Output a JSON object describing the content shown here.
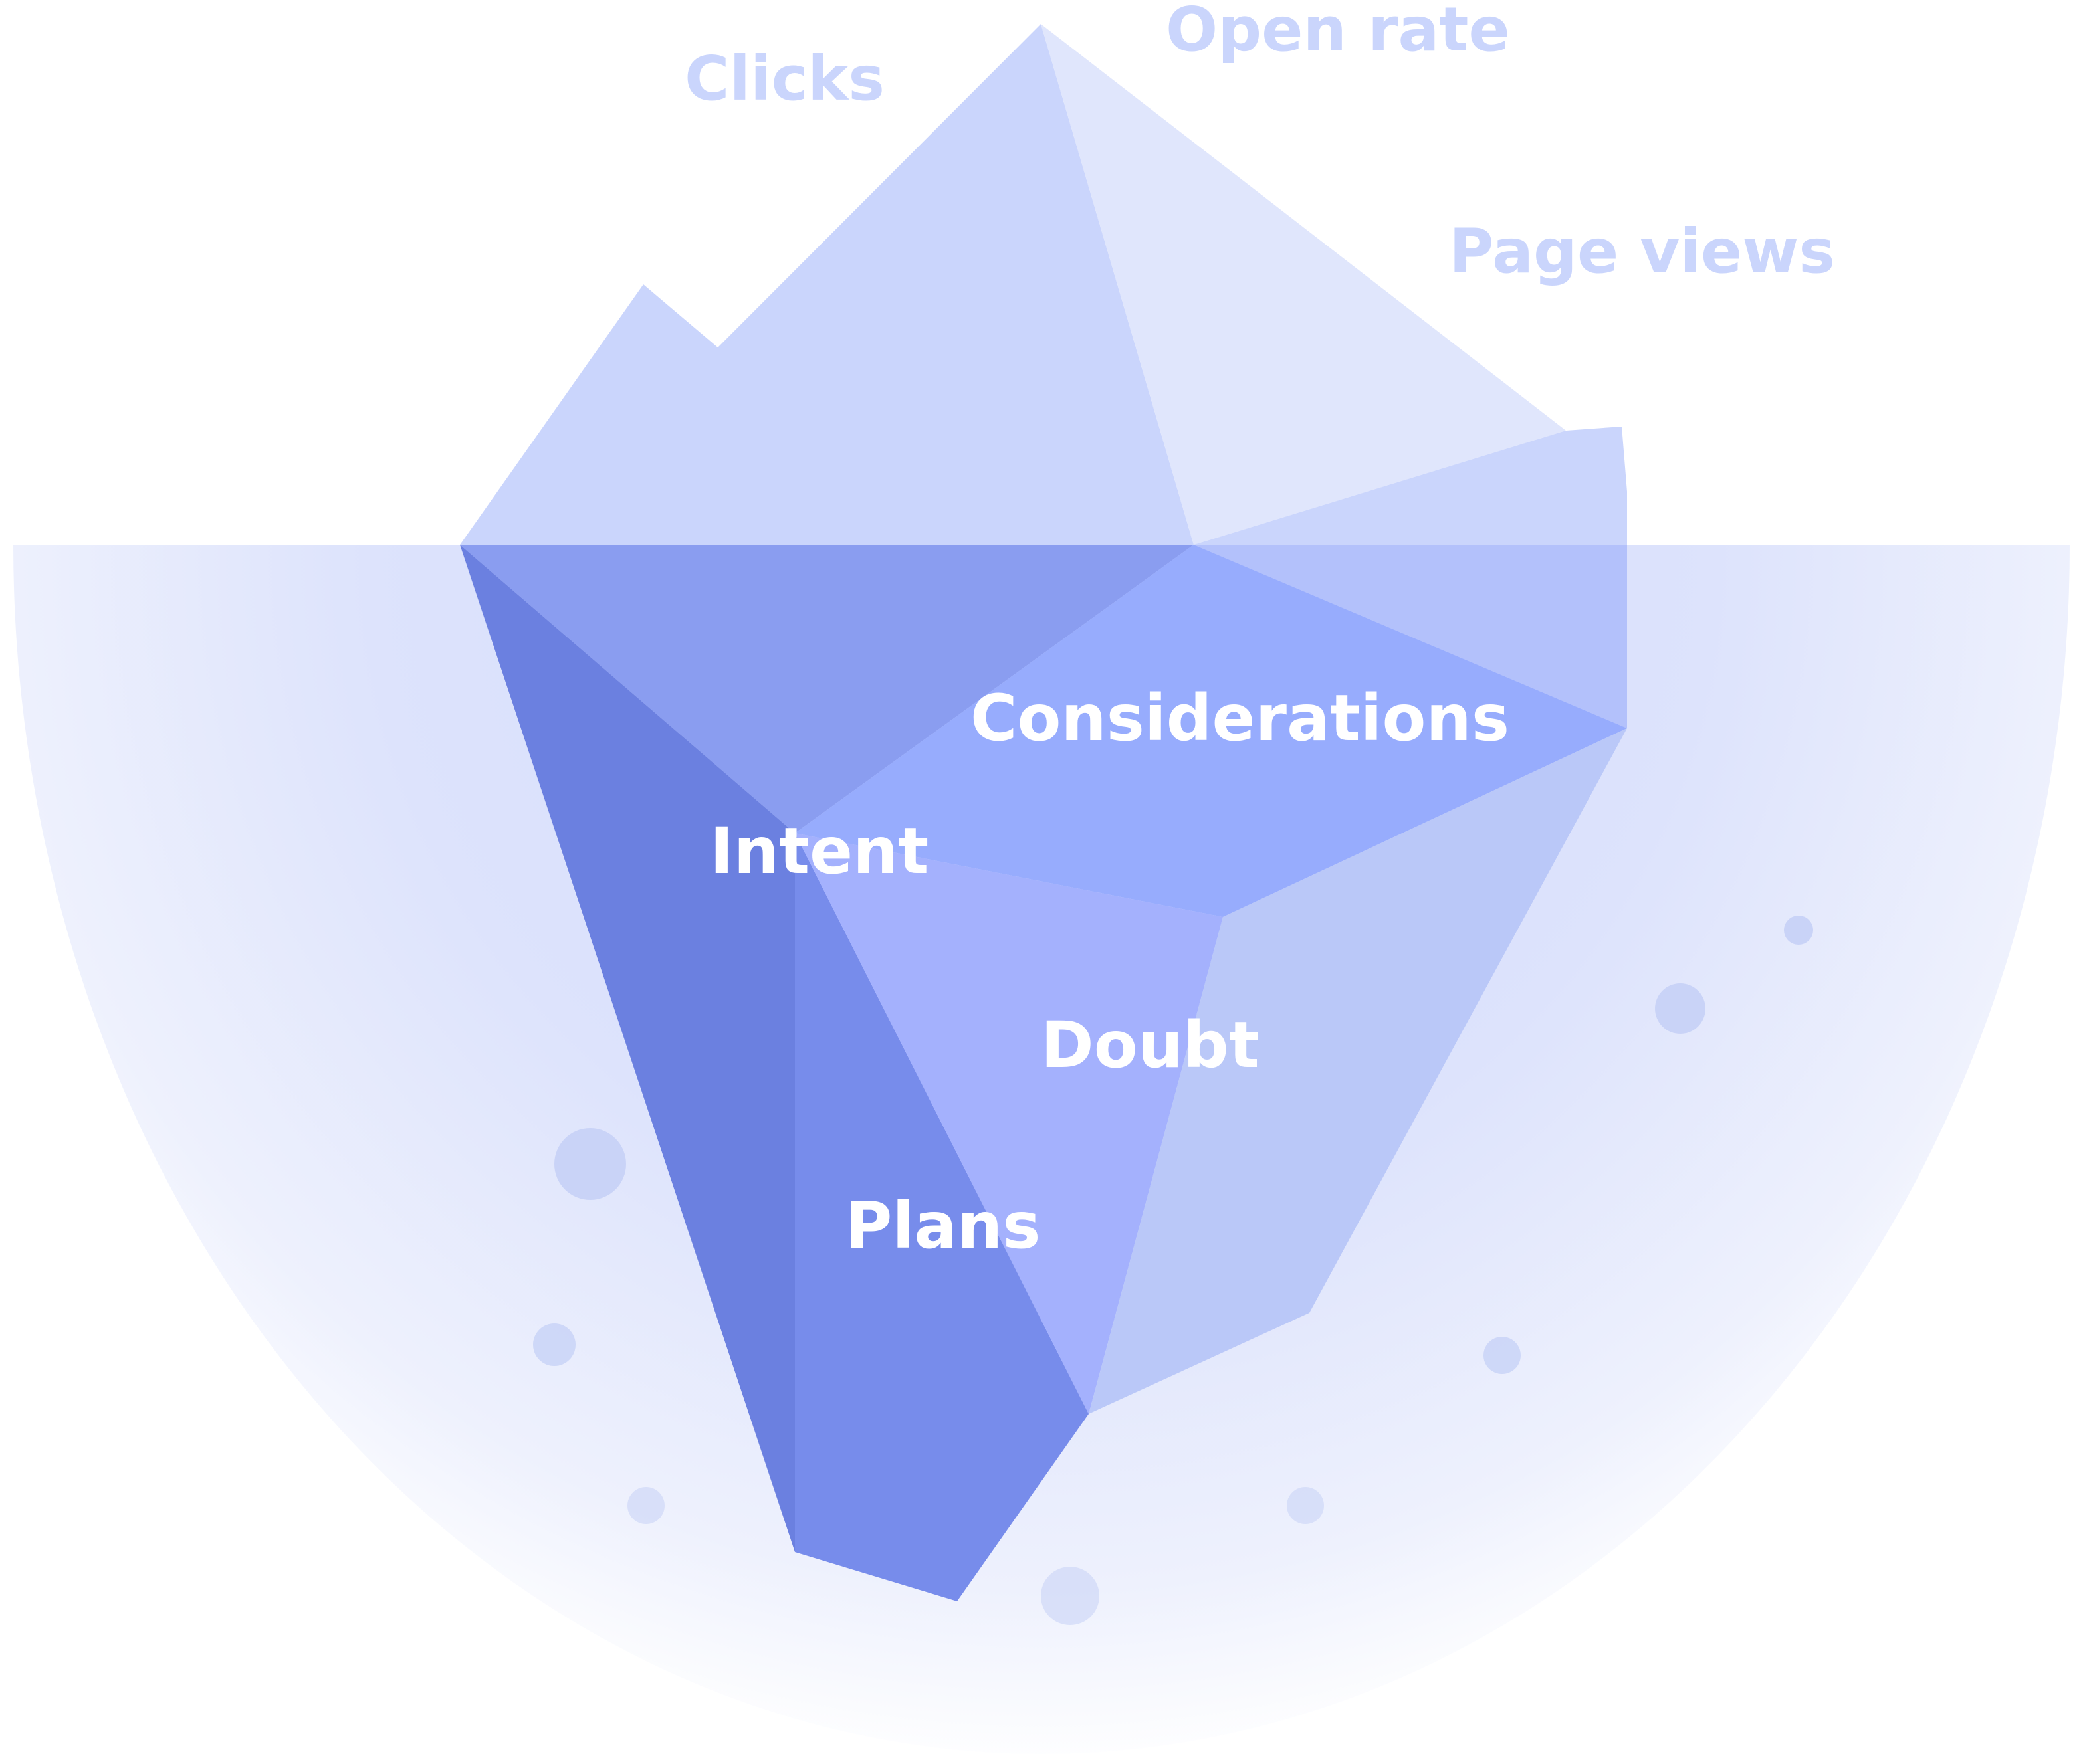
{
  "colors": {
    "water": "#dbe2fb",
    "water_edge": "#ffffff",
    "tip_left": "#cad5fc",
    "tip_right": "#e0e6fc",
    "under_dark": "#6b80e0",
    "under_mid": "#778ceb",
    "under_top": "#8a9df0",
    "under_considerations": "#97acfd",
    "under_doubt": "#a4b1fd",
    "under_right": "#bac8f8",
    "bubble": "#c9d3f7",
    "label_above": "#cad5fc",
    "label_below": "#ffffff"
  },
  "labels_above": {
    "clicks": "Clicks",
    "open_rate": "Open rate",
    "page_views": "Page views"
  },
  "labels_below": {
    "considerations": "Considerations",
    "intent": "Intent",
    "doubt": "Doubt",
    "plans": "Plans"
  }
}
